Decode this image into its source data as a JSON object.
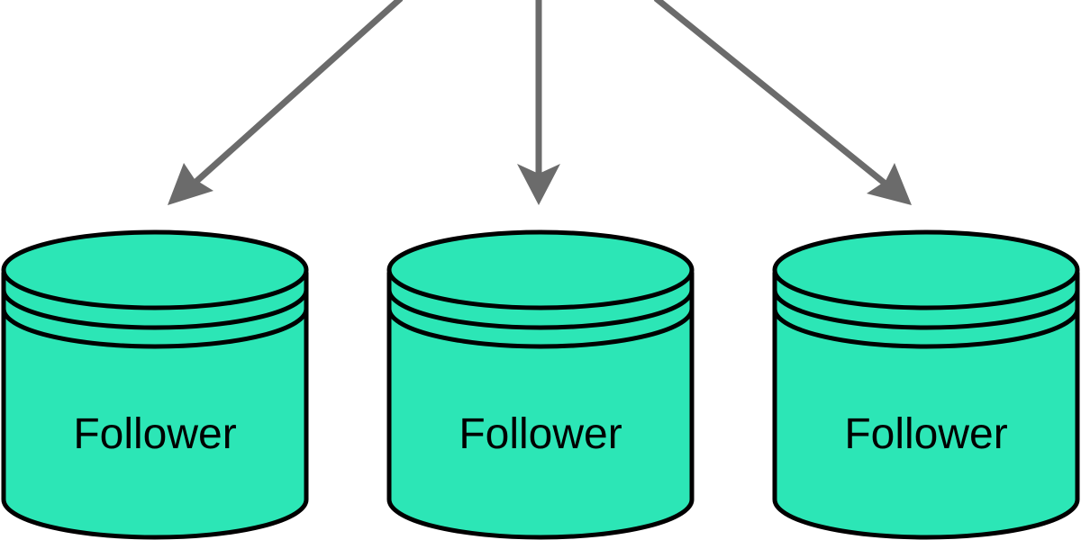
{
  "colors": {
    "background": "#ffffff",
    "database_fill": "#2ce6b6",
    "database_stroke": "#000000",
    "arrow": "#6b6b6b"
  },
  "nodes": [
    {
      "id": "follower-1",
      "label": "Follower",
      "shape": "database-cylinder"
    },
    {
      "id": "follower-2",
      "label": "Follower",
      "shape": "database-cylinder"
    },
    {
      "id": "follower-3",
      "label": "Follower",
      "shape": "database-cylinder"
    }
  ],
  "edges": [
    {
      "to": "follower-1",
      "style": "arrow"
    },
    {
      "to": "follower-2",
      "style": "arrow"
    },
    {
      "to": "follower-3",
      "style": "arrow"
    }
  ]
}
